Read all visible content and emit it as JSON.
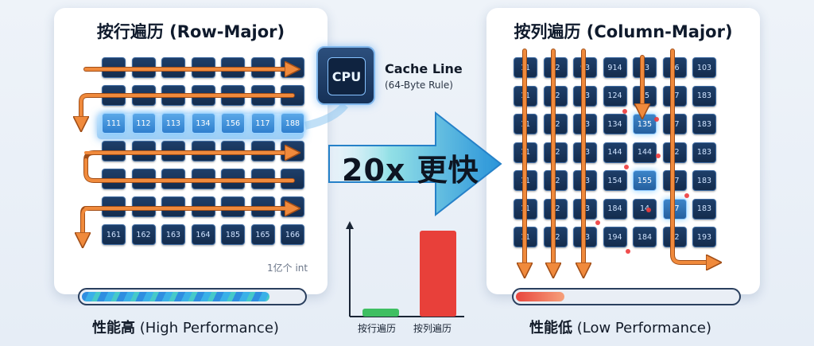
{
  "left_panel": {
    "title": "按行遍历 (Row-Major)",
    "rows": [
      [
        "",
        "",
        "",
        "",
        "",
        "",
        ""
      ],
      [
        "",
        "",
        "",
        "",
        "",
        "",
        ""
      ],
      [
        "111",
        "112",
        "113",
        "134",
        "156",
        "117",
        "188"
      ],
      [
        "",
        "",
        "",
        "",
        "",
        "",
        ""
      ],
      [
        "",
        "",
        "",
        "",
        "",
        "",
        ""
      ],
      [
        "",
        "",
        "",
        "",
        "",
        "",
        ""
      ],
      [
        "161",
        "162",
        "163",
        "164",
        "185",
        "165",
        "166"
      ]
    ],
    "highlight_row": 2,
    "note": "1亿个 int",
    "performance_level": 0.85,
    "caption_bold": "性能高",
    "caption_rest": " (High Performance)"
  },
  "right_panel": {
    "title": "按列遍历 (Column-Major)",
    "rows": [
      [
        "11",
        "12",
        "93",
        "914",
        "93",
        "96",
        "103"
      ],
      [
        "11",
        "12",
        "13",
        "124",
        "15",
        "17",
        "183"
      ],
      [
        "11",
        "12",
        "13",
        "134",
        "135",
        "17",
        "183"
      ],
      [
        "11",
        "12",
        "13",
        "144",
        "144",
        "12",
        "183"
      ],
      [
        "11",
        "12",
        "13",
        "154",
        "155",
        "17",
        "183"
      ],
      [
        "11",
        "12",
        "13",
        "184",
        "14",
        "17",
        "183"
      ],
      [
        "11",
        "12",
        "13",
        "194",
        "184",
        "12",
        "193"
      ]
    ],
    "performance_level": 0.22,
    "caption_bold": "性能低",
    "caption_rest": " (Low Performance)"
  },
  "cpu": {
    "chip_label": "CPU",
    "cache_title": "Cache Line",
    "cache_sub": "(64-Byte Rule)"
  },
  "speedup_label": "20x 更快",
  "comparison": {
    "labels": [
      "按行遍历",
      "按列遍历"
    ],
    "values": [
      1,
      20
    ],
    "colors": [
      "#3fbf62",
      "#e8403a"
    ]
  },
  "colors": {
    "arrow_orange": "#f08a3c",
    "arrow_outline": "#a24e17",
    "cell_dark": "#142c4d",
    "accent_blue": "#2f8ee0"
  }
}
